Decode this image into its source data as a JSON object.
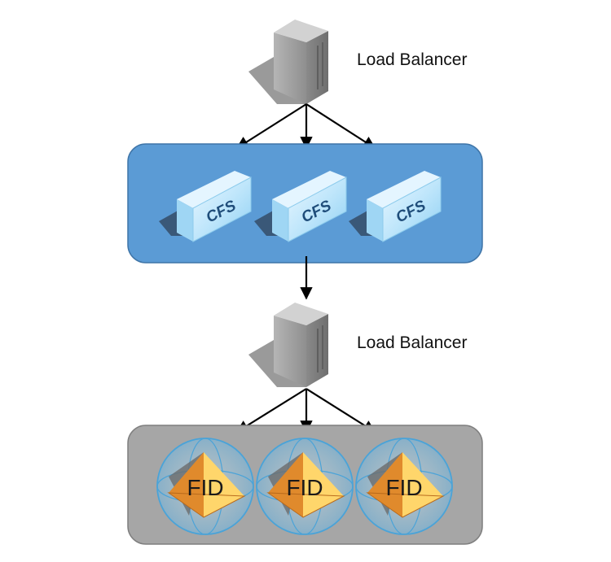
{
  "top_balancer": {
    "label": "Load Balancer",
    "icon": "server-tower-icon"
  },
  "cfs_group": {
    "fill": "#5b9bd5",
    "nodes": [
      {
        "label": "CFS"
      },
      {
        "label": "CFS"
      },
      {
        "label": "CFS"
      }
    ]
  },
  "bottom_balancer": {
    "label": "Load Balancer",
    "icon": "server-tower-icon"
  },
  "fid_group": {
    "fill": "#a6a6a6",
    "nodes": [
      {
        "label": "FID"
      },
      {
        "label": "FID"
      },
      {
        "label": "FID"
      }
    ]
  },
  "colors": {
    "arrow": "#000000",
    "cfs_block": "#bfe6fb",
    "fid_pyramid": "#f6b64a",
    "fid_sphere": "#4aa3d8"
  }
}
